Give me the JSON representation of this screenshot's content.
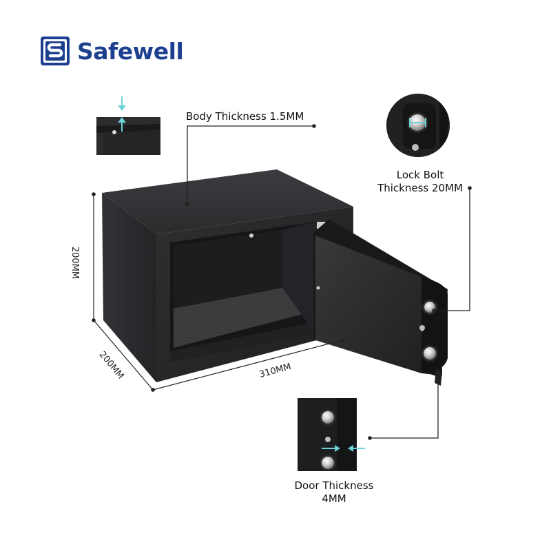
{
  "brand": {
    "name": "Safewell",
    "color": "#1d3f8f"
  },
  "annotations": {
    "body_thickness": "Body Thickness  1.5MM",
    "lock_bolt_line1": "Lock Bolt",
    "lock_bolt_line2": "Thickness 20MM",
    "door_thickness_line1": "Door Thickness",
    "door_thickness_line2": "4MM"
  },
  "dimensions": {
    "height": "200MM",
    "depth": "200MM",
    "width": "310MM"
  },
  "colors": {
    "safe_body": "#2b2c2e",
    "carpet": "#3a3b3c",
    "arrow_accent": "#6ed3d8",
    "leader_line": "#222222"
  }
}
